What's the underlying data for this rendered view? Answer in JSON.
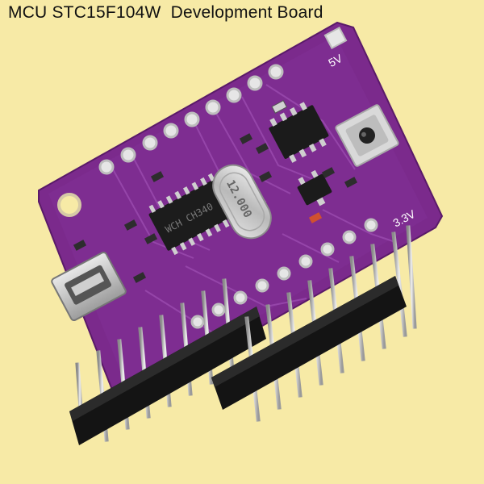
{
  "title": "MCU STC15F104W  Development Board",
  "board": {
    "label_5v": "5V",
    "label_3v3": "3.3V",
    "crystal_label": "12.000",
    "chip_main_label": "WCH CH340",
    "board_color": "#7b2a8c",
    "background_color": "#f7eaa6"
  }
}
